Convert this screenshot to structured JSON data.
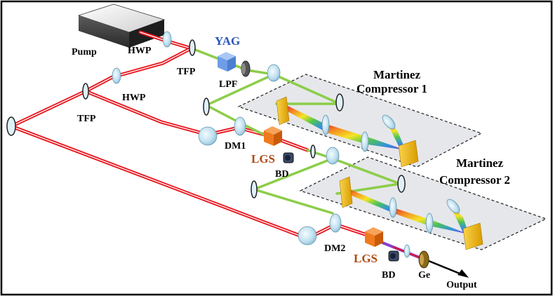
{
  "labels": {
    "pump": "Pump",
    "hwp_top": "HWP",
    "tfp_top": "TFP",
    "yag": "YAG",
    "lpf": "LPF",
    "hwp_mid": "HWP",
    "tfp_mid": "TFP",
    "dm1": "DM1",
    "lgs1": "LGS",
    "bd1": "BD",
    "compressor1_line1": "Martinez",
    "compressor1_line2": "Compressor 1",
    "compressor2_line1": "Martinez",
    "compressor2_line2": "Compressor 2",
    "dm2": "DM2",
    "lgs2": "LGS",
    "bd2": "BD",
    "ge": "Ge",
    "output": "Output"
  },
  "colors": {
    "pump_beam": "#e8141c",
    "signal_beam": "#8ccd4a",
    "idler_beam": "#8a3ec9",
    "yag_label": "#2a56b8",
    "lgs_label": "#b04a14",
    "crystal_lgs": "#f07a1e",
    "crystal_yag": "#6f9ee6",
    "grating": "#f5b400",
    "compressor_panel": "#e6e7ea"
  }
}
